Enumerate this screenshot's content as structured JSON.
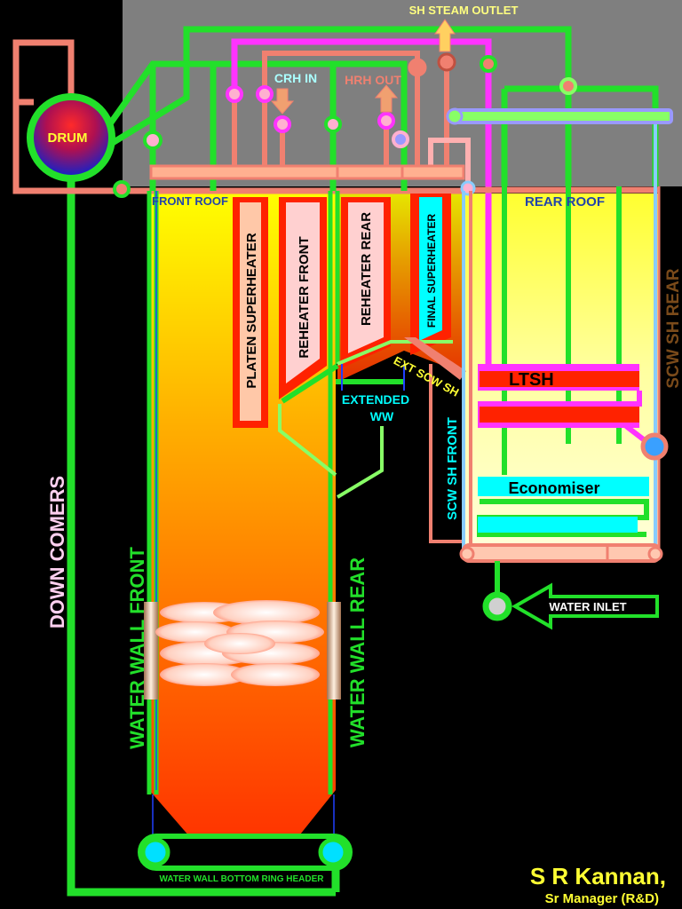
{
  "labels": {
    "drum": "DRUM",
    "sh_steam_outlet": "SH STEAM OUTLET",
    "crh_in": "CRH IN",
    "hrh_out": "HRH OUT",
    "front_roof": "FRONT ROOF",
    "rear_roof": "REAR ROOF",
    "platen_superheater": "PLATEN SUPERHEATER",
    "reheater_front": "REHEATER FRONT",
    "reheater_rear": "REHEATER REAR",
    "final_superheater": "FINAL SUPERHEATER",
    "extended_ww_1": "EXTENDED",
    "extended_ww_2": "WW",
    "ext_scw_sh": "EXT SCW SH",
    "ltsh": "LTSH",
    "scw_sh_rear": "SCW SH REAR",
    "scw_sh_front": "SCW SH FRONT",
    "economiser": "Economiser",
    "water_inlet": "WATER INLET",
    "down_comers": "DOWN COMERS",
    "water_wall_front": "WATER WALL FRONT",
    "water_wall_rear": "WATER WALL  REAR",
    "bottom_ring_header": "WATER WALL BOTTOM RING HEADER"
  },
  "credit": {
    "name": "S R Kannan,",
    "title": "Sr Manager (R&D)"
  },
  "colors": {
    "pipe_green": "#22e02a",
    "header_salmon": "#f08070",
    "magenta": "#ff33ff",
    "lightgreen": "#88ff66",
    "grey_panel": "#7f7f7f",
    "cyan": "#00ffff",
    "label_yellow": "#ffff33",
    "red": "#ff2200"
  }
}
